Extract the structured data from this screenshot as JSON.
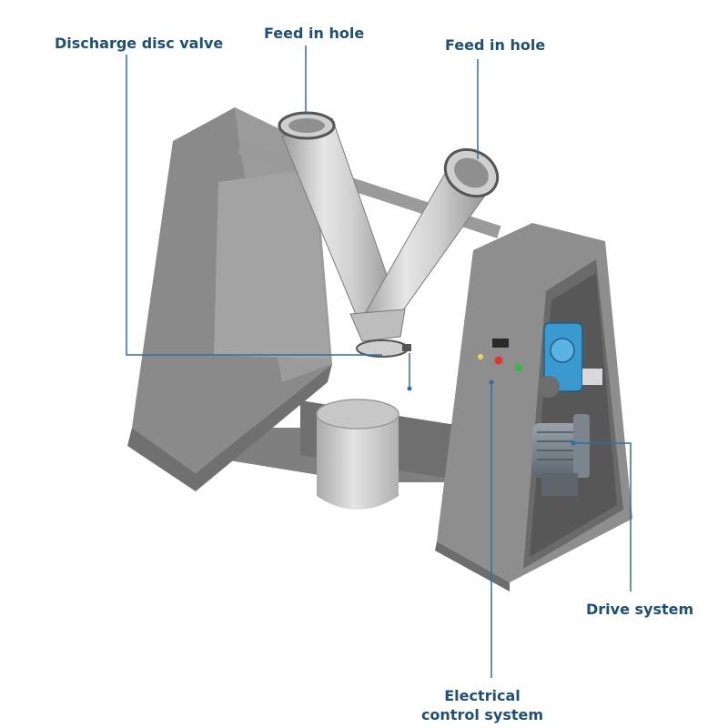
{
  "labels": {
    "discharge_disc_valve": "Discharge disc valve",
    "feed_in_hole_left": "Feed in hole",
    "feed_in_hole_right": "Feed in hole",
    "drive_system": "Drive system",
    "electrical_control_system": "Electrical control system"
  },
  "colors": {
    "label_text": "#1f4f73",
    "leader_line": "#2f6f9f",
    "frame_gray": "#8a8a8a",
    "frame_dark": "#6e6e6e",
    "steel": "#b9b9b9",
    "motor_blue": "#3a9ad0",
    "light_red": "#e2342a",
    "light_green": "#39b54a"
  }
}
